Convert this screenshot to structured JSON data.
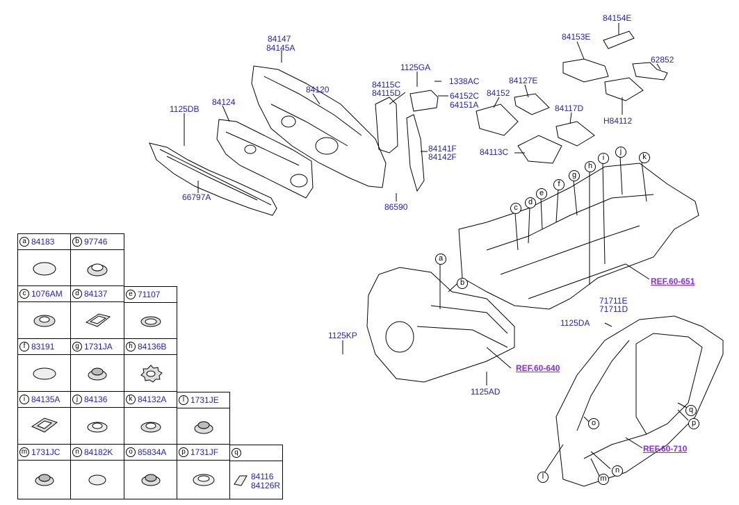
{
  "labels": {
    "p84147": "84147",
    "p84145A": "84145A",
    "p84120": "84120",
    "p84124": "84124",
    "p1125DB": "1125DB",
    "p66797A": "66797A",
    "p1125GA": "1125GA",
    "p1338AC": "1338AC",
    "p84115C": "84115C",
    "p84115D": "84115D",
    "p64152C": "64152C",
    "p64151A": "64151A",
    "p84141F": "84141F",
    "p84142F": "84142F",
    "p86590": "86590",
    "p84154E": "84154E",
    "p84153E": "84153E",
    "p62852": "62852",
    "p84127E": "84127E",
    "p84152": "84152",
    "p84117D": "84117D",
    "pH84112": "H84112",
    "p84113C": "84113C",
    "p71711E": "71711E",
    "p71711D": "71711D",
    "p1125DA": "1125DA",
    "p1125KP": "1125KP",
    "p1125AD": "1125AD"
  },
  "refs": {
    "r651": "REF.60-651",
    "r640": "REF.60-640",
    "r710": "REF.60-710"
  },
  "callouts": {
    "a": "a",
    "b": "b",
    "c": "c",
    "d": "d",
    "e": "e",
    "f": "f",
    "g": "g",
    "h": "h",
    "i": "i",
    "j": "j",
    "k": "k",
    "l": "l",
    "m": "m",
    "n": "n",
    "o": "o",
    "p": "p",
    "q": "q"
  },
  "table": [
    {
      "letter": "a",
      "part": "84183"
    },
    {
      "letter": "b",
      "part": "97746"
    },
    {
      "letter": "c",
      "part": "1076AM"
    },
    {
      "letter": "d",
      "part": "84137"
    },
    {
      "letter": "e",
      "part": "71107"
    },
    {
      "letter": "f",
      "part": "83191"
    },
    {
      "letter": "g",
      "part": "1731JA"
    },
    {
      "letter": "h",
      "part": "84136B"
    },
    {
      "letter": "i",
      "part": "84135A"
    },
    {
      "letter": "j",
      "part": "84136"
    },
    {
      "letter": "k",
      "part": "84132A"
    },
    {
      "letter": "l",
      "part": "1731JE"
    },
    {
      "letter": "m",
      "part": "1731JC"
    },
    {
      "letter": "n",
      "part": "84182K"
    },
    {
      "letter": "o",
      "part": "85834A"
    },
    {
      "letter": "p",
      "part": "1731JF"
    },
    {
      "letter": "q",
      "part": ""
    }
  ],
  "q_parts": {
    "line1": "84116",
    "line2": "84126R"
  }
}
